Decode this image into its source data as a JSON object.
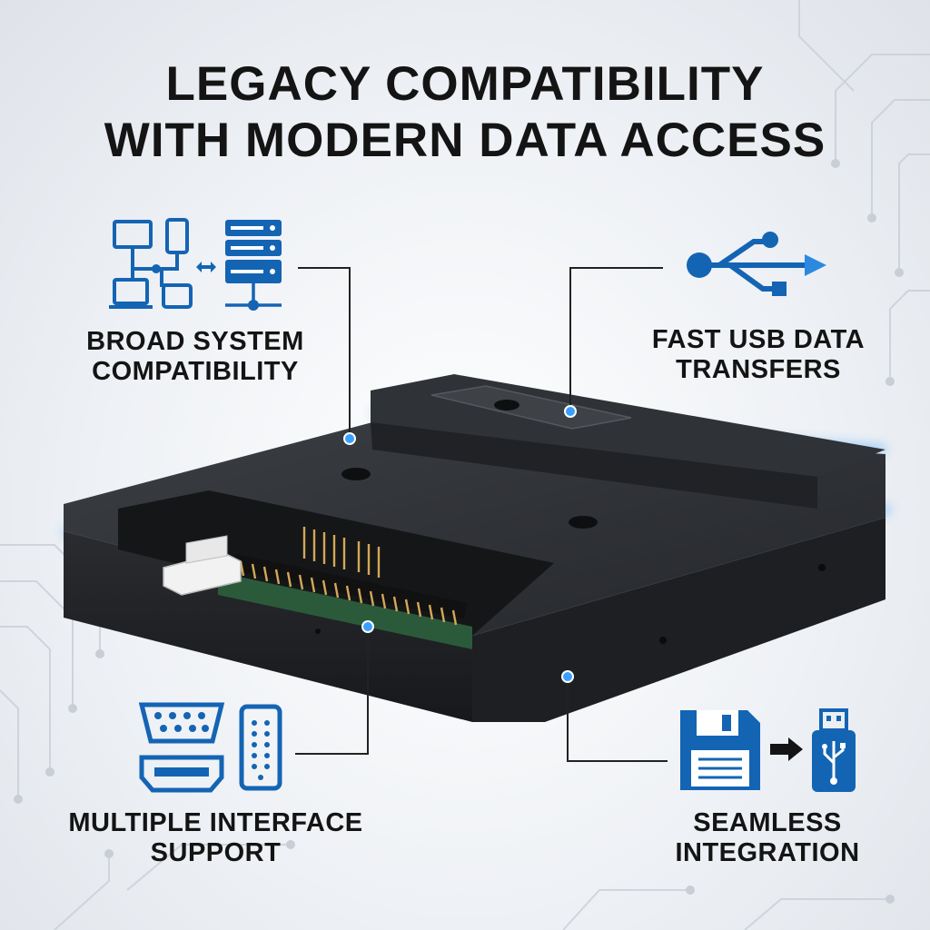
{
  "headline": {
    "line1": "LEGACY COMPATIBILITY",
    "line2": "WITH MODERN DATA ACCESS"
  },
  "features": [
    {
      "id": "broad",
      "line1": "BROAD SYSTEM",
      "line2": "COMPATIBILITY",
      "icons": [
        "network-devices-icon",
        "server-icon"
      ]
    },
    {
      "id": "usb",
      "line1": "FAST USB DATA",
      "line2": "TRANSFERS",
      "icons": [
        "usb-symbol-icon"
      ]
    },
    {
      "id": "multi",
      "line1": "MULTIPLE INTERFACE",
      "line2": "SUPPORT",
      "icons": [
        "serial-port-icon",
        "hdmi-port-icon",
        "vga-port-icon"
      ]
    },
    {
      "id": "seamless",
      "line1": "SEAMLESS",
      "line2": "INTEGRATION",
      "icons": [
        "floppy-disk-icon",
        "arrow-right-icon",
        "usb-stick-icon"
      ]
    }
  ],
  "colors": {
    "accent": "#1464b4",
    "glow": "#3aa0ff",
    "text": "#141414",
    "device_body": "#2a2c30"
  }
}
